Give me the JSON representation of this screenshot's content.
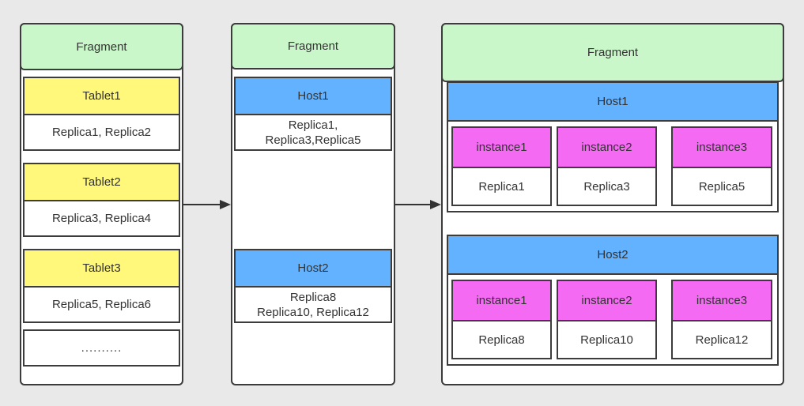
{
  "col1": {
    "fragment": "Fragment",
    "tablets": [
      {
        "name": "Tablet1",
        "replicas": "Replica1, Replica2"
      },
      {
        "name": "Tablet2",
        "replicas": "Replica3, Replica4"
      },
      {
        "name": "Tablet3",
        "replicas": "Replica5, Replica6"
      }
    ],
    "ellipsis": ".........."
  },
  "col2": {
    "fragment": "Fragment",
    "hosts": [
      {
        "name": "Host1",
        "line1": "Replica1,",
        "line2": "Replica3,Replica5"
      },
      {
        "name": "Host2",
        "line1": "Replica8",
        "line2": "Replica10, Replica12"
      }
    ]
  },
  "col3": {
    "fragment": "Fragment",
    "hosts": [
      {
        "name": "Host1",
        "instances": [
          {
            "name": "instance1",
            "replica": "Replica1"
          },
          {
            "name": "instance2",
            "replica": "Replica3"
          },
          {
            "name": "instance3",
            "replica": "Replica5"
          }
        ]
      },
      {
        "name": "Host2",
        "instances": [
          {
            "name": "instance1",
            "replica": "Replica8"
          },
          {
            "name": "instance2",
            "replica": "Replica10"
          },
          {
            "name": "instance3",
            "replica": "Replica12"
          }
        ]
      }
    ]
  },
  "colors": {
    "fragment": "#c9f7c9",
    "tablet": "#fff87a",
    "host": "#62b2ff",
    "instance": "#f56af3"
  }
}
